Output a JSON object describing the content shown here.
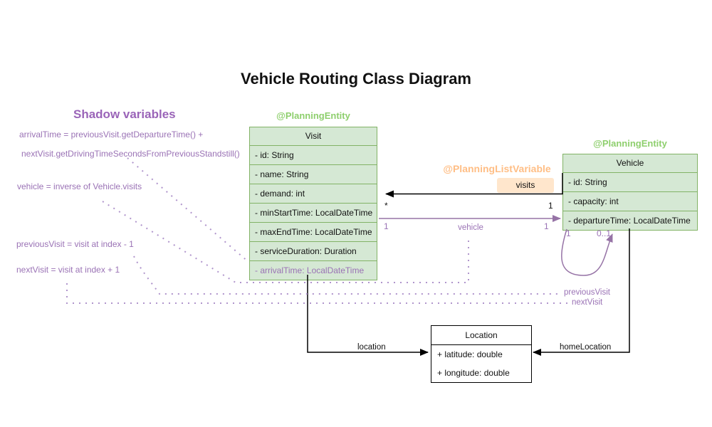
{
  "title": "Vehicle Routing Class Diagram",
  "shadow_panel": {
    "heading": "Shadow variables",
    "arrival_time_line1": "arrivalTime = previousVisit.getDepartureTime() +",
    "arrival_time_line2": "nextVisit.getDrivingTimeSecondsFromPreviousStandstill()",
    "vehicle_line": "vehicle = inverse of Vehicle.visits",
    "previous_visit_line": "previousVisit = visit at index - 1",
    "next_visit_line": "nextVisit = visit at index + 1"
  },
  "annotations": {
    "visit_planning_entity": "@PlanningEntity",
    "vehicle_planning_entity": "@PlanningEntity",
    "planning_list_variable": "@PlanningListVariable"
  },
  "classes": {
    "visit": {
      "name": "Visit",
      "attributes": [
        "- id: String",
        "- name: String",
        "- demand: int",
        "- minStartTime: LocalDateTime",
        "- maxEndTime: LocalDateTime",
        "- serviceDuration: Duration",
        "- arrivalTime: LocalDateTime"
      ]
    },
    "vehicle": {
      "name": "Vehicle",
      "attributes": [
        "- id: String",
        "- capacity: int",
        "- departureTime: LocalDateTime"
      ]
    },
    "location": {
      "name": "Location",
      "attributes": [
        "+ latitude: double",
        "+ longitude: double"
      ]
    }
  },
  "relations": {
    "visits": {
      "label": "visits",
      "source_mult": "1",
      "target_mult": "*"
    },
    "vehicle": {
      "label": "vehicle",
      "source_mult": "1",
      "target_mult": "1"
    },
    "self_loop": {
      "source_mult": "1",
      "target_mult": "0..1",
      "previous_label": "previousVisit",
      "next_label": "nextVisit"
    },
    "location": {
      "label": "location"
    },
    "home_location": {
      "label": "homeLocation"
    }
  },
  "colors": {
    "class_green_fill": "#d5e8d4",
    "class_green_stroke": "#82b366",
    "annotation_green": "#8ecf6d",
    "annotation_orange": "#ffbe85",
    "visits_chip_bg": "#ffe6cc",
    "purple_text": "#9a72b5",
    "purple_line": "#9673a6",
    "purple_dotted": "#b095cc"
  }
}
